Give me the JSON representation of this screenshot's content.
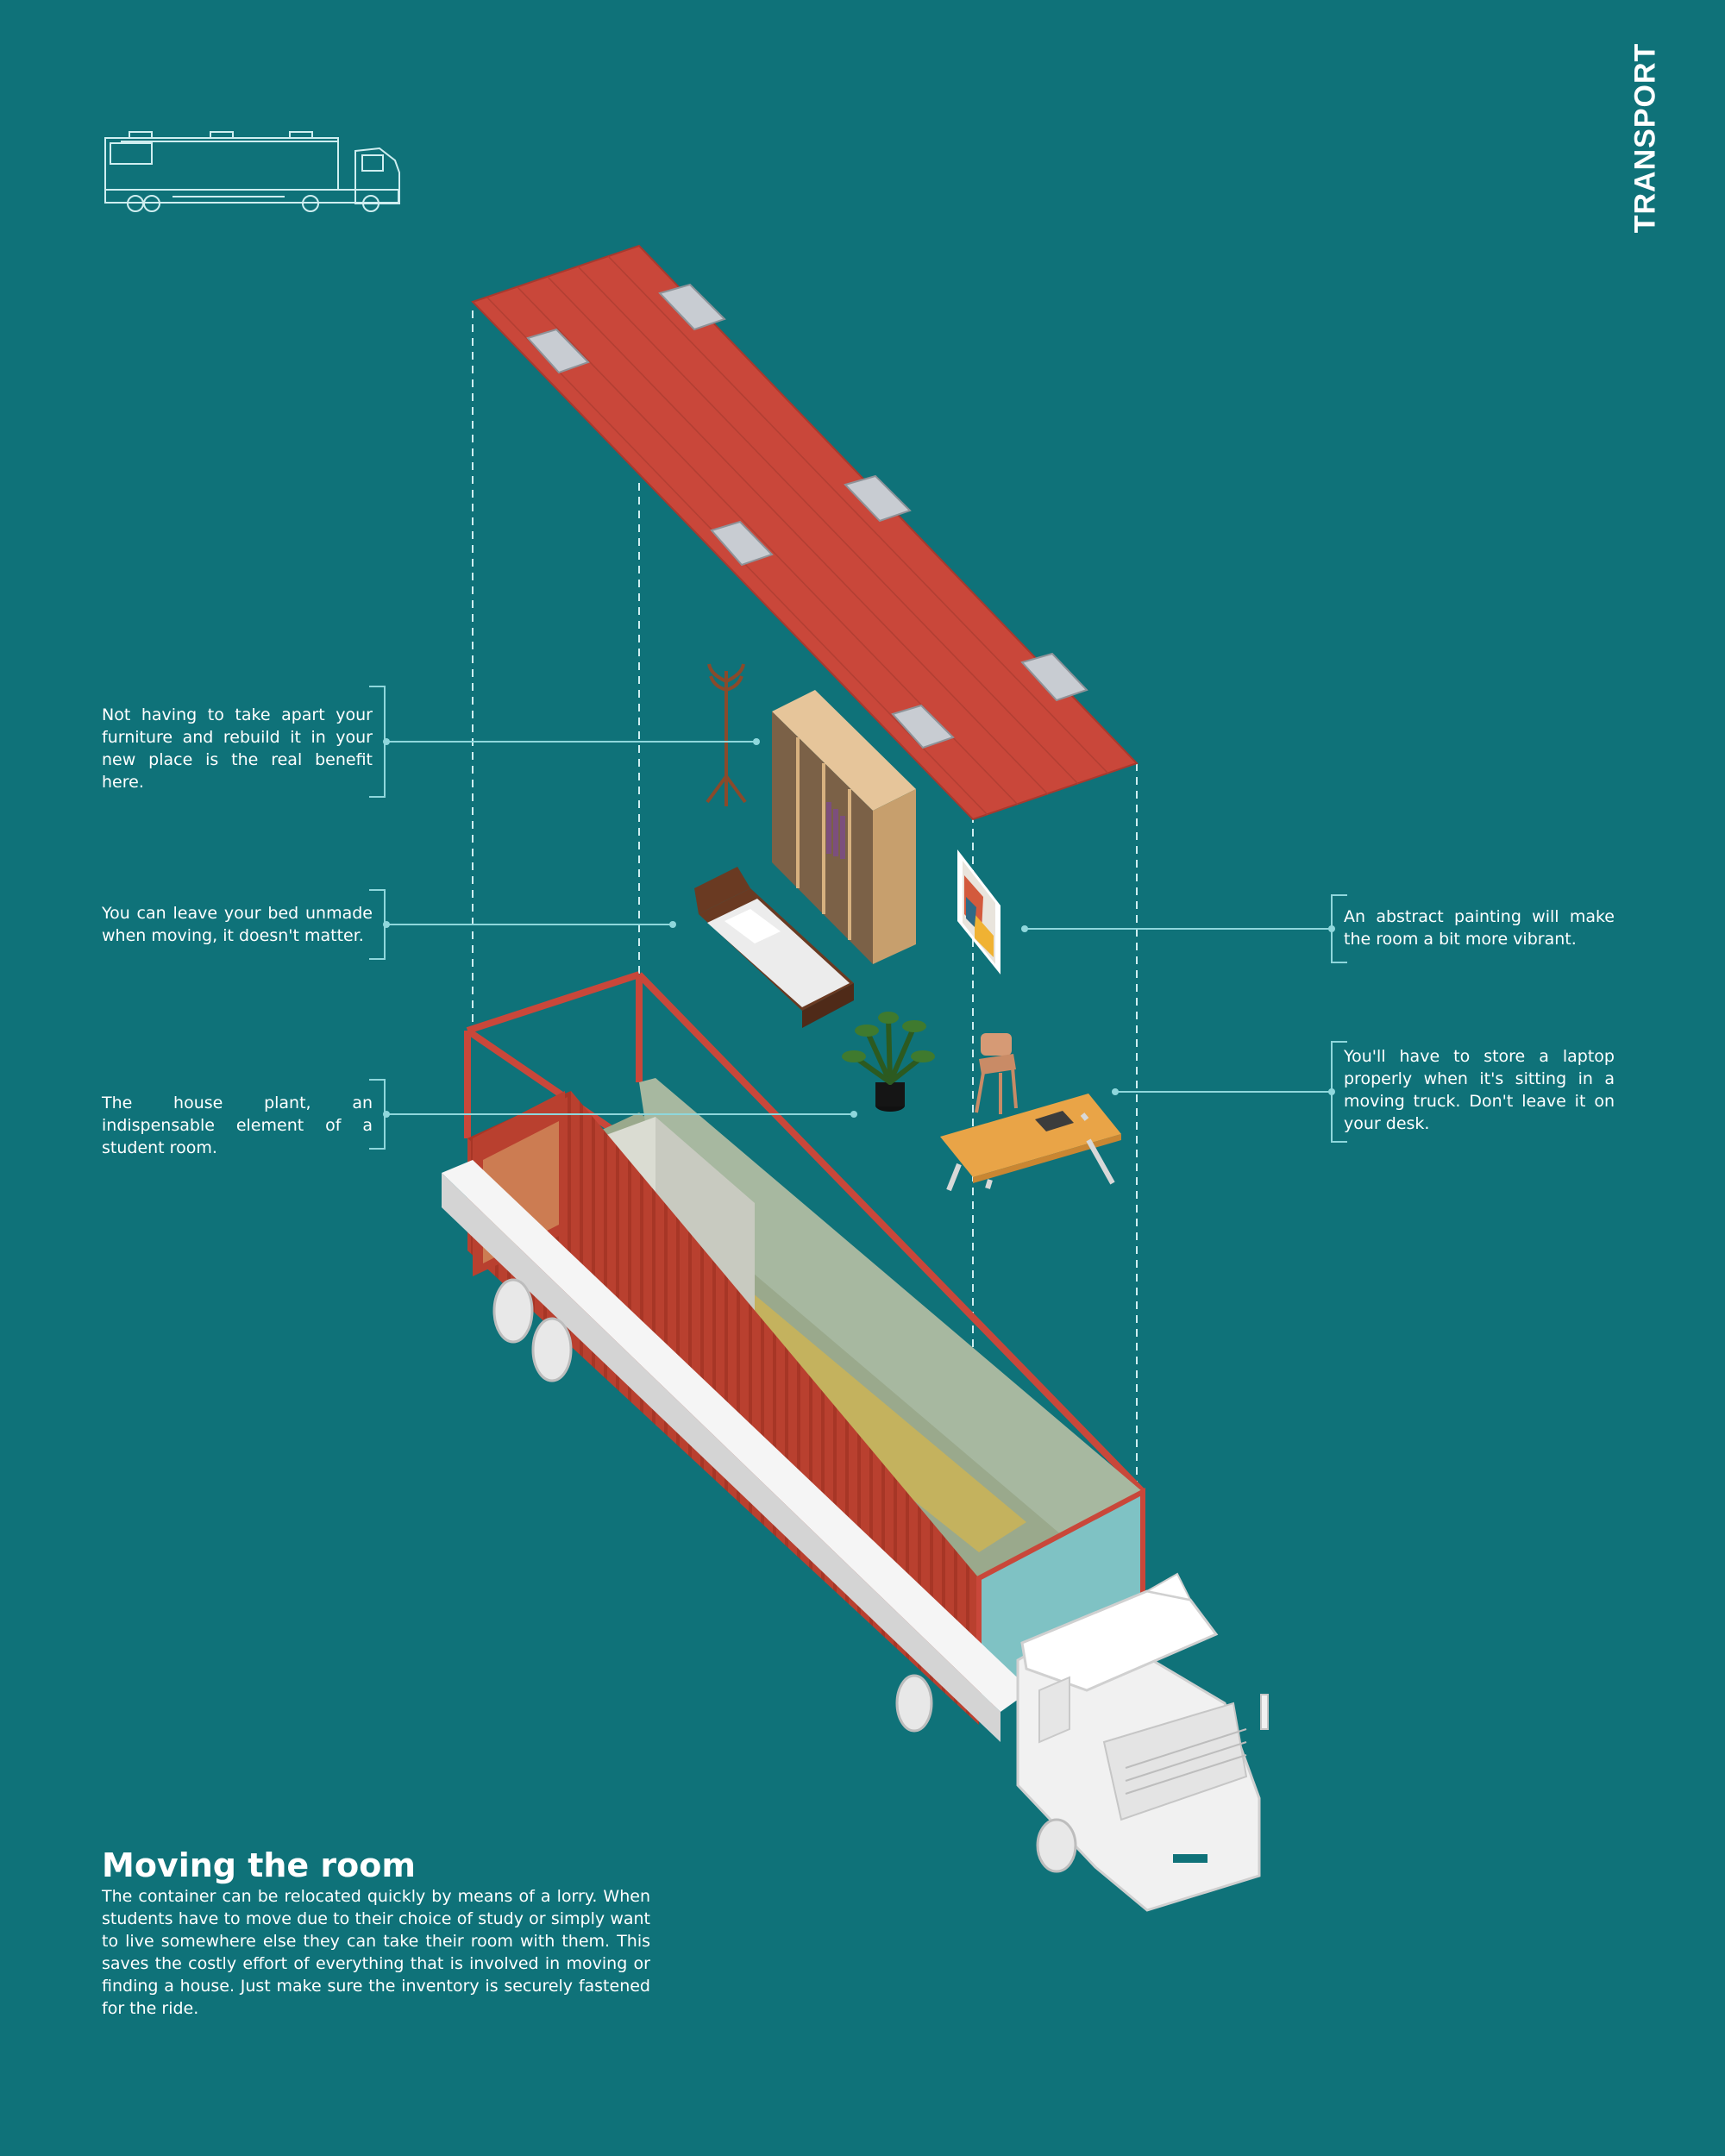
{
  "header": {
    "section_label": "TRANSPORT"
  },
  "annotations": {
    "furniture": "Not having to take apart your furniture and rebuild it in your new place is the real benefit here.",
    "bed": "You can leave your bed unmade when moving, it doesn't matter.",
    "plant": "The house plant, an indispensable element of a student room.",
    "painting": "An abstract painting will make the room a bit more vibrant.",
    "laptop": "You'll have to store a laptop properly when it's sitting in a moving truck. Don't leave it on your desk."
  },
  "footer": {
    "title": "Moving the room",
    "body": "The container can be relocated quickly by means of a lorry. When students have to move due to their choice of study or simply want to live somewhere else they can take their room with them. This saves the costly effort of everything that is involved in moving or finding a house. Just make sure the inventory is securely fastened for the ride."
  },
  "colors": {
    "background": "#0f7279",
    "container_red": "#b9402f",
    "roof_red": "#c9473a",
    "leader_line": "#8fd7dc",
    "truck_white": "#f1f1f1"
  },
  "icons": [
    "truck-outline-icon"
  ]
}
